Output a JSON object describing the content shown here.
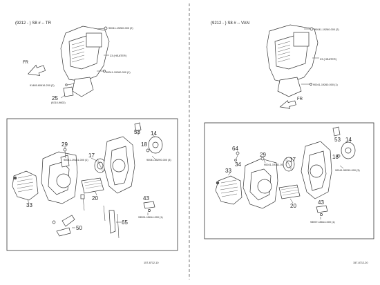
{
  "left": {
    "header": "(9212 -      ) S8 # -- TR",
    "top_labels": {
      "clip_top": "90041-19260-000 (2)",
      "heater": "23 (HEATER)",
      "clip_mid": "90041-19260-000 (1)",
      "bolt_left": "91465-60616-200 (2)",
      "part25": "25",
      "part25_sub": "(9210-9602)",
      "fr": "FR"
    },
    "bottom_labels": {
      "n29": "29",
      "n17": "17",
      "n53": "53",
      "n14": "14",
      "n18": "18",
      "n20": "20",
      "n33": "33",
      "n43": "43",
      "n50": "50",
      "n65": "65",
      "pn_29": "90041-19141-000 (1)",
      "pn_18": "90041-55290-000 (3)",
      "pn_43": "93591-15614-000 (1)"
    },
    "footer": "157-8712-10"
  },
  "right": {
    "header": "(9212 -      ) S8 # -- VAN",
    "top_labels": {
      "clip_top": "90041-19260-000 (2)",
      "heater": "23 (HEATER)",
      "clip_mid": "90041-19260-000 (1)",
      "fr": "FR"
    },
    "bottom_labels": {
      "n64": "64",
      "n34": "34",
      "n29": "29",
      "n17": "17",
      "n53": "53",
      "n14": "14",
      "n18": "18",
      "n33": "33",
      "n20": "20",
      "n43": "43",
      "pn_29": "90041-19141-000 (1)",
      "pn_18": "90041-55290-000 (3)",
      "pn_43": "93597-15614-000 (1)"
    },
    "footer": "157-8712-20"
  }
}
